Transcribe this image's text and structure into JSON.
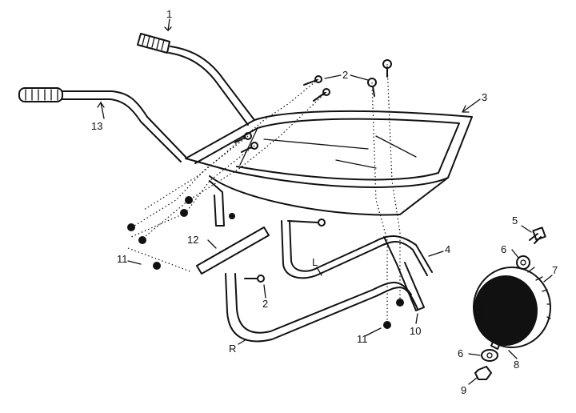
{
  "labels": {
    "p1": "1",
    "p2a": "2",
    "p2b": "2",
    "p3": "3",
    "p4": "4",
    "p5": "5",
    "p6a": "6",
    "p6b": "6",
    "p7": "7",
    "p8": "8",
    "p9": "9",
    "p10": "10",
    "p11a": "11",
    "p11b": "11",
    "p12": "12",
    "p13": "13",
    "pL": "L",
    "pR": "R"
  },
  "colors": {
    "ink": "#111111",
    "background": "#ffffff"
  }
}
